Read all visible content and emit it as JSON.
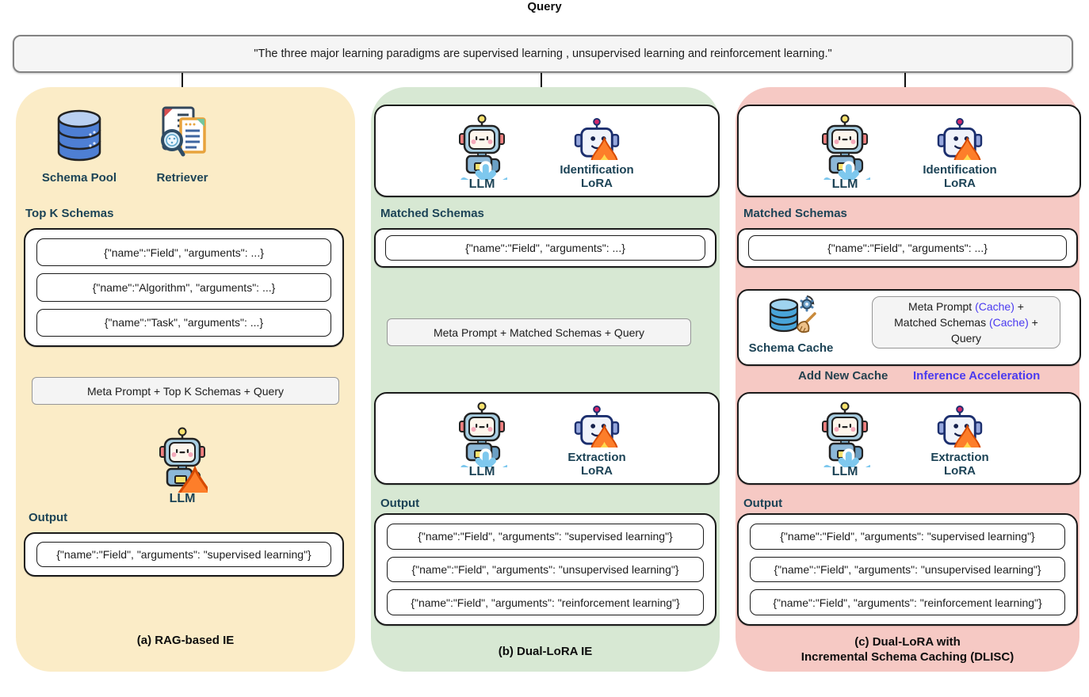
{
  "title": "Query",
  "query_text": "\"The three major learning paradigms are supervised learning , unsupervised learning and reinforcement learning.\"",
  "colors": {
    "panel_a_bg": "#fbecc7",
    "panel_b_bg": "#d7e8d3",
    "panel_c_bg": "#f6c9c4",
    "label_teal": "#1c4356",
    "accent_blue_violet": "#4a3af0",
    "box_gray_bg": "#f4f4f4"
  },
  "panels": {
    "a": {
      "caption": "(a) RAG-based IE",
      "schema_pool_label": "Schema Pool",
      "retriever_label": "Retriever",
      "schemas_title": "Top K Schemas",
      "schemas": [
        "{\"name\":\"Field\", \"arguments\": ...}",
        "{\"name\":\"Algorithm\", \"arguments\": ...}",
        "{\"name\":\"Task\", \"arguments\": ...}"
      ],
      "meta_prompt": "Meta Prompt + Top K Schemas + Query",
      "llm_label": "LLM",
      "output_title": "Output",
      "outputs": [
        "{\"name\":\"Field\", \"arguments\": \"supervised learning\"}"
      ]
    },
    "b": {
      "caption": "(b) Dual-LoRA IE",
      "llm_label": "LLM",
      "identification_lora_line1": "Identification",
      "identification_lora_line2": "LoRA",
      "schemas_title": "Matched Schemas",
      "schemas": [
        "{\"name\":\"Field\", \"arguments\": ...}"
      ],
      "meta_prompt": "Meta Prompt + Matched Schemas + Query",
      "llm2_label": "LLM",
      "extraction_lora_line1": "Extraction",
      "extraction_lora_line2": "LoRA",
      "output_title": "Output",
      "outputs": [
        "{\"name\":\"Field\", \"arguments\": \"supervised learning\"}",
        "{\"name\":\"Field\", \"arguments\": \"unsupervised learning\"}",
        "{\"name\":\"Field\", \"arguments\": \"reinforcement learning\"}"
      ]
    },
    "c": {
      "caption_line1": "(c) Dual-LoRA with",
      "caption_line2": "Incremental Schema Caching (DLISC)",
      "llm_label": "LLM",
      "identification_lora_line1": "Identification",
      "identification_lora_line2": "LoRA",
      "schemas_title": "Matched Schemas",
      "schemas": [
        "{\"name\":\"Field\", \"arguments\": ...}"
      ],
      "schema_cache_label": "Schema Cache",
      "cache_prompt": {
        "line1_text": "Meta Prompt ",
        "line1_cache": "(Cache)",
        "line1_suffix": " +",
        "line2_text": "Matched Schemas ",
        "line2_cache": "(Cache)",
        "line2_suffix": " +",
        "line3_text": "Query"
      },
      "add_new_cache_label": "Add New Cache",
      "inference_acceleration_label": "Inference Acceleration",
      "llm2_label": "LLM",
      "extraction_lora_line1": "Extraction",
      "extraction_lora_line2": "LoRA",
      "output_title": "Output",
      "outputs": [
        "{\"name\":\"Field\", \"arguments\": \"supervised learning\"}",
        "{\"name\":\"Field\", \"arguments\": \"unsupervised learning\"}",
        "{\"name\":\"Field\", \"arguments\": \"reinforcement learning\"}"
      ]
    }
  }
}
